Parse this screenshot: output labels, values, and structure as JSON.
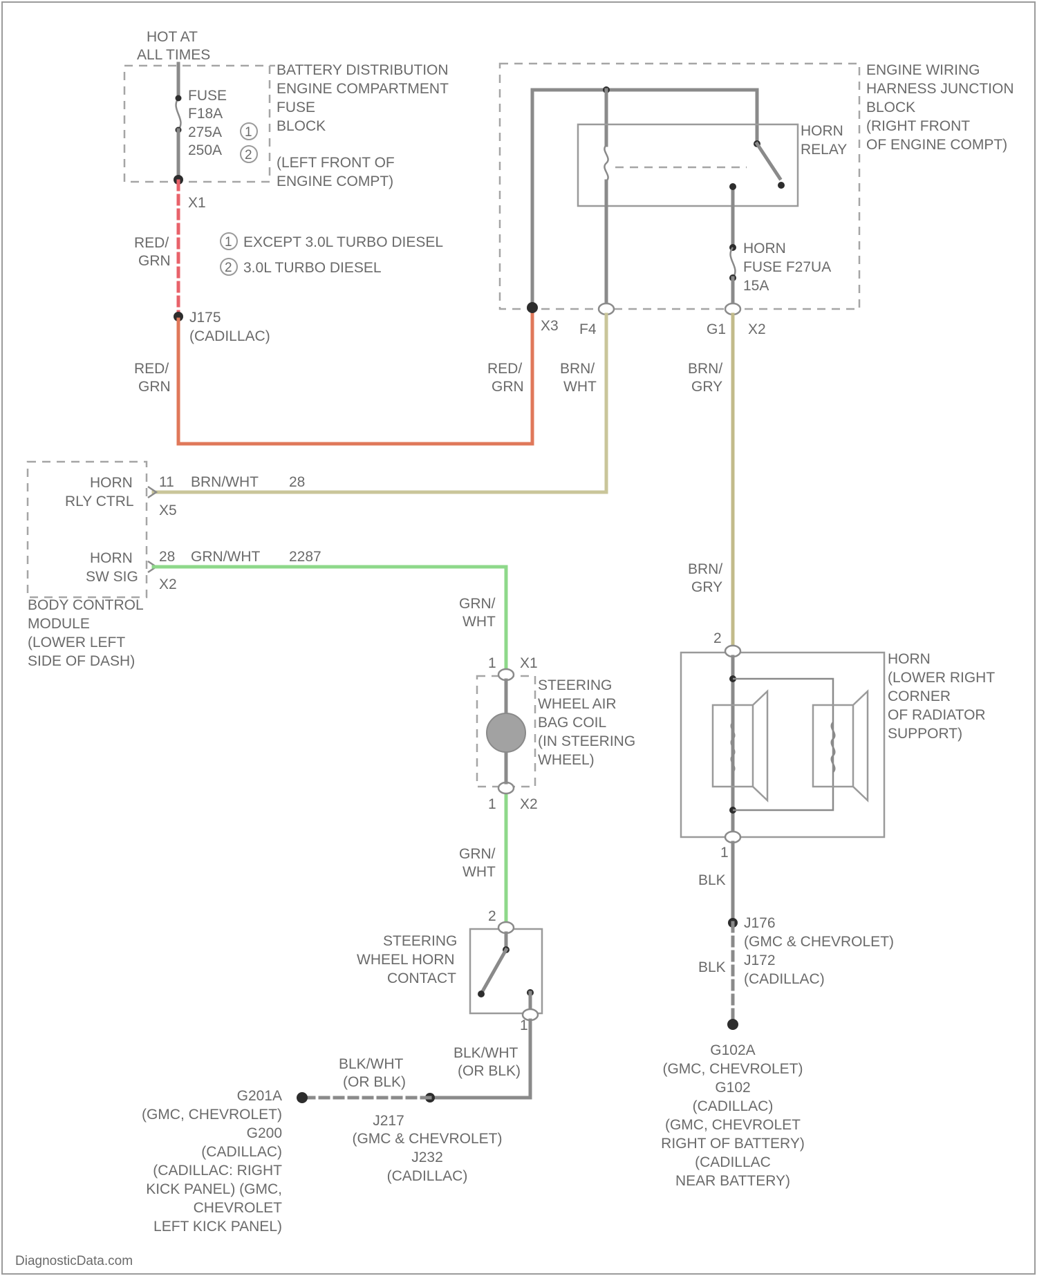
{
  "colors": {
    "red_grn_wire": "#e0785a",
    "red_dashed_wire": "#e8626a",
    "brn_wht_wire": "#c9c59a",
    "brn_gry_wire": "#c2bb8a",
    "grn_wht_wire": "#8ed88a",
    "neutral_wire": "#8a8a8a"
  },
  "battery_block": {
    "hot_at": "HOT AT",
    "all_times": "ALL TIMES",
    "fuse": "FUSE",
    "fuse_id": "F18A",
    "rating_1": "275A",
    "rating_2": "250A",
    "badge_1": "1",
    "badge_2": "2",
    "title": [
      "BATTERY DISTRIBUTION",
      "ENGINE COMPARTMENT",
      "FUSE",
      "BLOCK"
    ],
    "location": [
      "(LEFT FRONT OF",
      "ENGINE COMPT)"
    ]
  },
  "connector_x1": "X1",
  "wire_labels": {
    "red_grn_upper": [
      "RED/",
      "GRN"
    ],
    "red_grn_lower": [
      "RED/",
      "GRN"
    ],
    "red_grn_right": [
      "RED/",
      "GRN"
    ],
    "brn_wht": [
      "BRN/",
      "WHT"
    ],
    "brn_gry_upper": [
      "BRN/",
      "GRY"
    ],
    "brn_gry_lower": [
      "BRN/",
      "GRY"
    ],
    "grn_wht_upper": [
      "GRN/",
      "WHT"
    ],
    "grn_wht_lower": [
      "GRN/",
      "WHT"
    ],
    "blk": "BLK",
    "blk_2": "BLK",
    "blk_wht_left": [
      "BLK/WHT",
      "(OR BLK)"
    ],
    "blk_wht_right": [
      "BLK/WHT",
      "(OR BLK)"
    ]
  },
  "legend": {
    "badge_1": "1",
    "badge_2": "2",
    "item_1": "EXCEPT 3.0L TURBO DIESEL",
    "item_2": "3.0L TURBO DIESEL"
  },
  "splice_j175": [
    "J175",
    "(CADILLAC)"
  ],
  "junction_block": {
    "title": [
      "ENGINE WIRING",
      "HARNESS JUNCTION",
      "BLOCK",
      "(RIGHT FRONT",
      "OF ENGINE COMPT)"
    ],
    "relay": [
      "HORN",
      "RELAY"
    ],
    "fuse": [
      "HORN",
      "FUSE F27UA",
      "15A"
    ],
    "pin_x3": "X3",
    "pin_f4": "F4",
    "pin_g1": "G1",
    "pin_x2": "X2"
  },
  "bcm": {
    "horn_rly_ctrl": [
      "HORN",
      "RLY CTRL"
    ],
    "pin_11": "11",
    "wire_1": "BRN/WHT",
    "circuit_1": "28",
    "conn_x5": "X5",
    "horn_sw_sig": [
      "HORN",
      "SW SIG"
    ],
    "pin_28": "28",
    "wire_2": "GRN/WHT",
    "circuit_2": "2287",
    "conn_x2": "X2",
    "name": [
      "BODY CONTROL",
      "MODULE",
      "(LOWER LEFT",
      "SIDE OF DASH)"
    ]
  },
  "air_bag_coil": {
    "pin_top": "1",
    "conn_top": "X1",
    "label": [
      "STEERING",
      "WHEEL AIR",
      "BAG COIL",
      "(IN STEERING",
      "WHEEL)"
    ],
    "pin_bottom": "1",
    "conn_bottom": "X2"
  },
  "horn_contact": {
    "label": [
      "STEERING",
      "WHEEL HORN",
      "CONTACT"
    ],
    "pin_top": "2",
    "pin_bottom": "1"
  },
  "horn": {
    "pin_top": "2",
    "pin_bottom": "1",
    "label": [
      "HORN",
      "(LOWER RIGHT",
      "CORNER",
      "OF RADIATOR",
      "SUPPORT)"
    ]
  },
  "j176": [
    "J176",
    "(GMC & CHEVROLET)",
    "J172",
    "(CADILLAC)"
  ],
  "g102": [
    "G102A",
    "(GMC, CHEVROLET)",
    "G102",
    "(CADILLAC)",
    "(GMC, CHEVROLET",
    "RIGHT OF BATTERY)",
    "(CADILLAC",
    "NEAR BATTERY)"
  ],
  "g201": [
    "G201A",
    "(GMC, CHEVROLET)",
    "G200",
    "(CADILLAC)",
    "(CADILLAC: RIGHT",
    "KICK PANEL) (GMC,",
    "CHEVROLET",
    "LEFT KICK PANEL)"
  ],
  "j217": [
    "J217",
    "(GMC & CHEVROLET)",
    "J232",
    "(CADILLAC)"
  ],
  "footer": "DiagnosticData.com"
}
